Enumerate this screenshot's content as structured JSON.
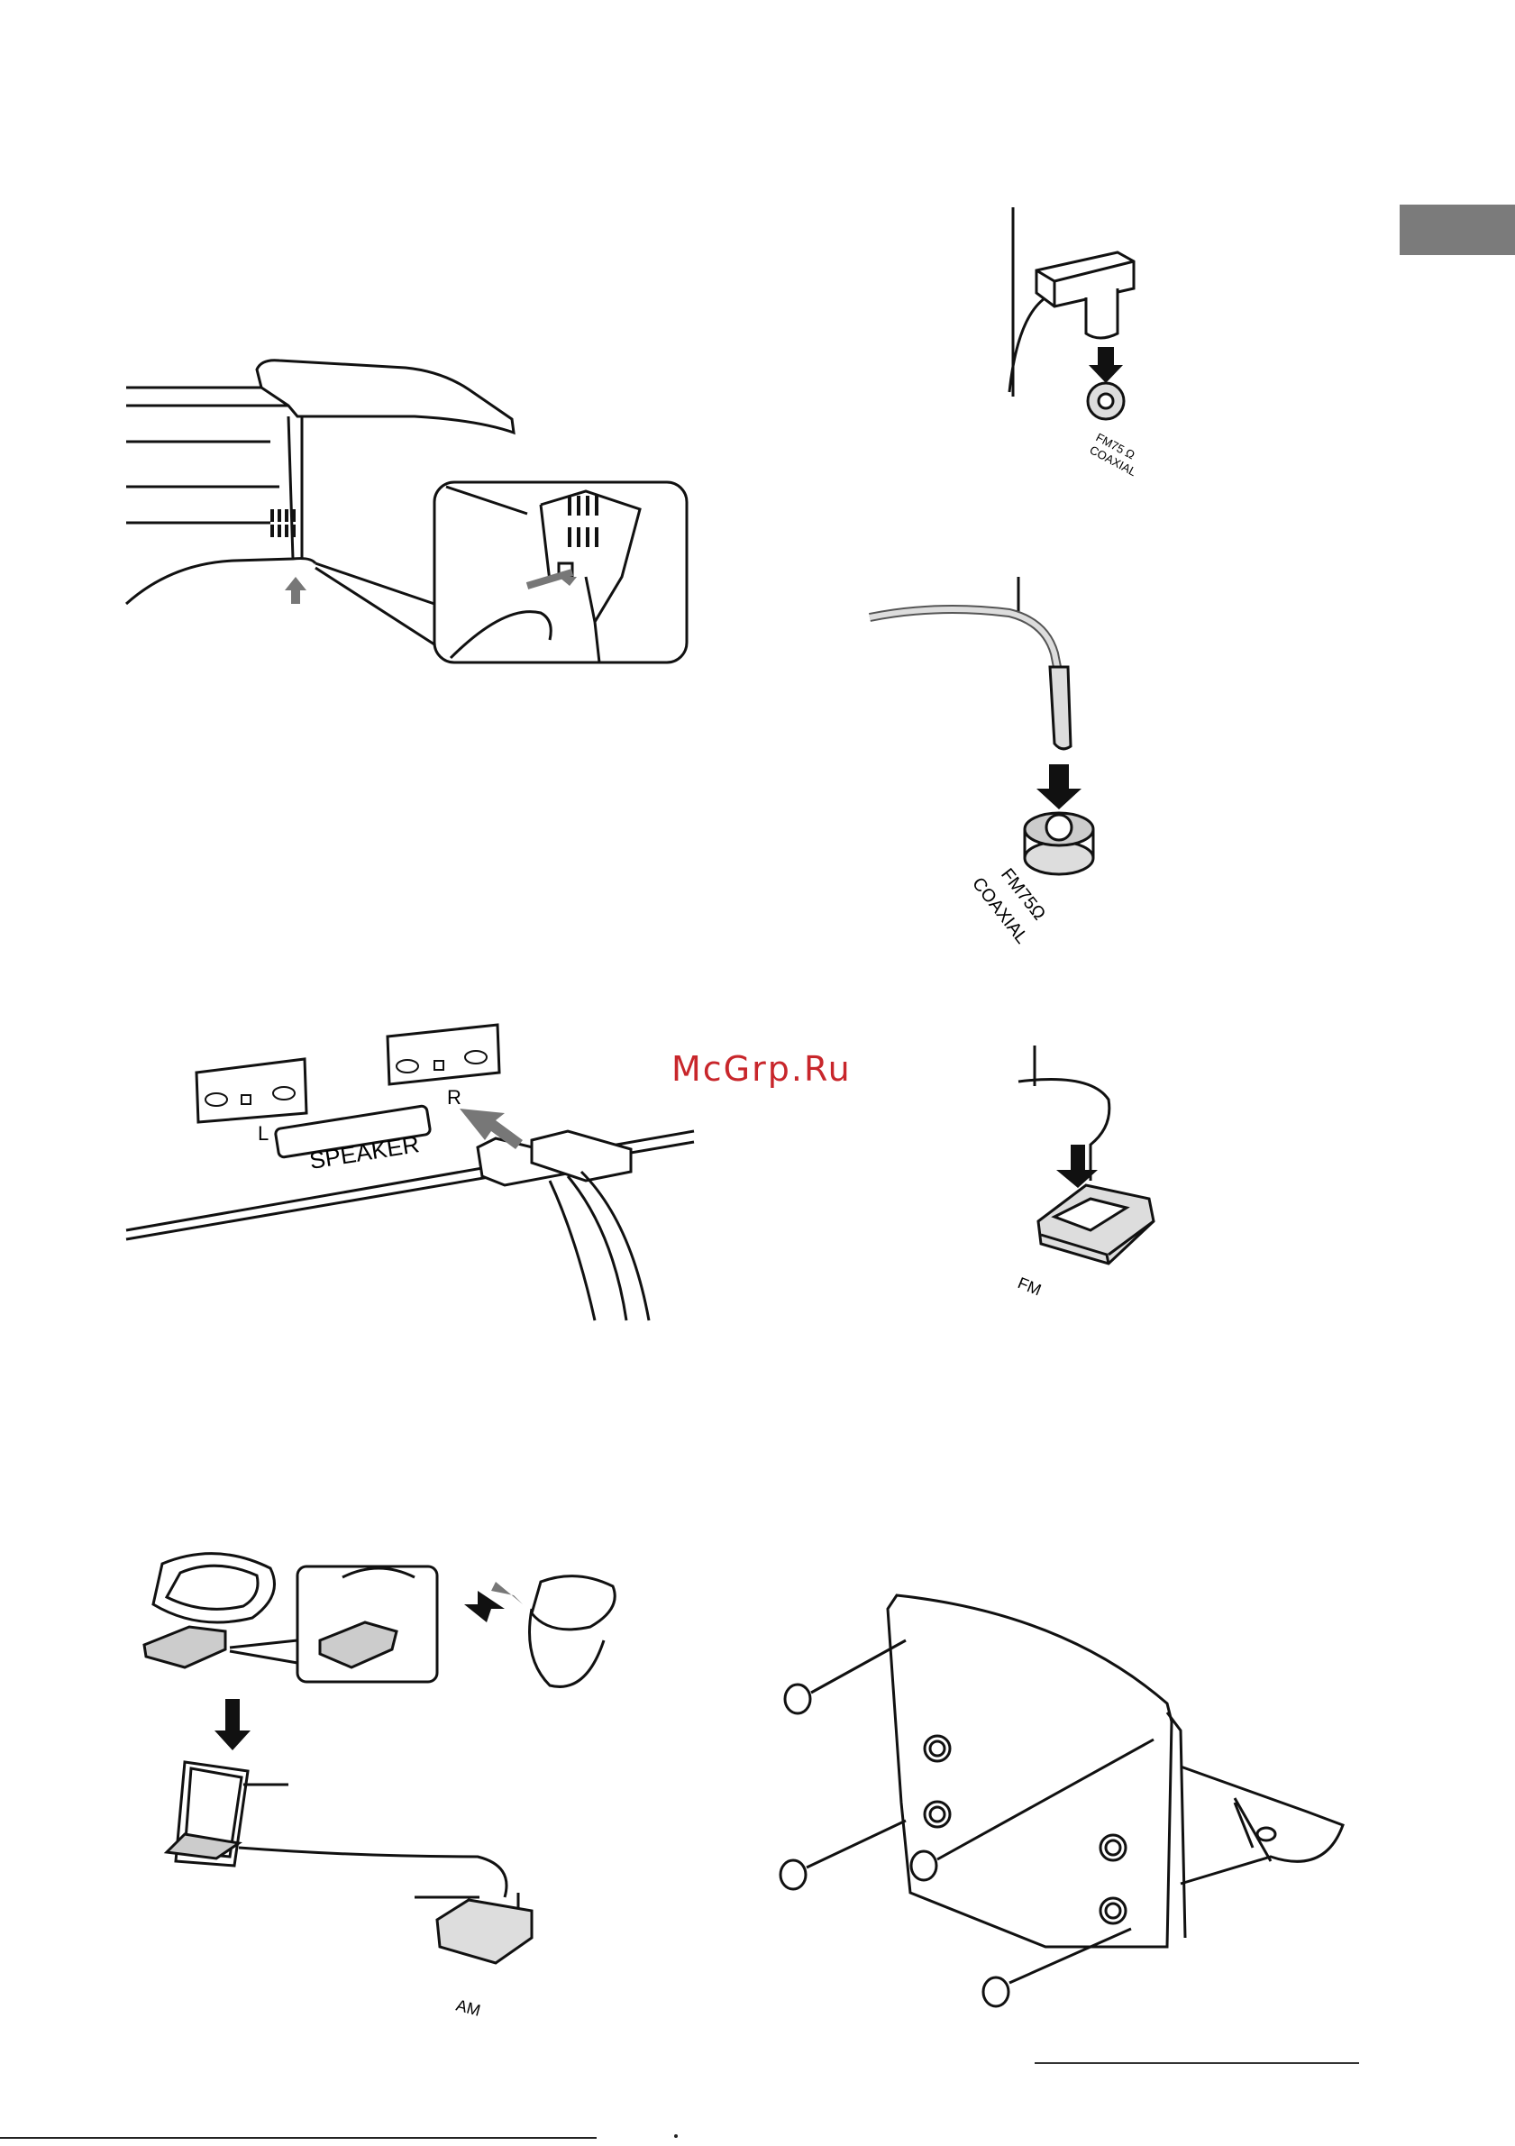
{
  "watermark": "McGrp.Ru",
  "labels": {
    "speaker_terminal": "SPEAKER",
    "left_channel": "L",
    "right_channel": "R",
    "fm_coaxial_small_1": "FM75 Ω",
    "fm_coaxial_small_2": "COAXIAL",
    "fm_coaxial_large_1": "FM75Ω",
    "fm_coaxial_large_2": "COAXIAL",
    "fm_terminal": "FM",
    "am_terminal": "AM"
  }
}
